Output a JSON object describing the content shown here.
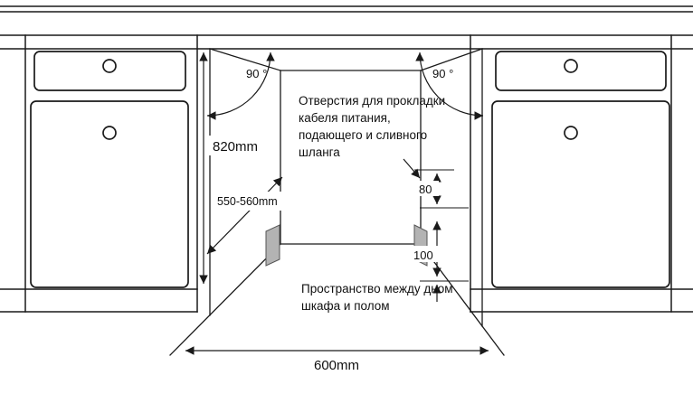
{
  "labels": {
    "angle_left": "90 °",
    "angle_right": "90 °",
    "height": "820mm",
    "depth": "550-560mm",
    "width": "600mm",
    "hole_offset": "80",
    "floor_gap": "100"
  },
  "notes": {
    "holes": {
      "line1": "Отверстия для прокладки",
      "line2": "кабеля питания,",
      "line3": "подающего и сливного",
      "line4": "шланга"
    },
    "floor": {
      "line1": "Пространство между дном",
      "line2": "шкафа и полом"
    }
  },
  "colors": {
    "line": "#1a1a1a",
    "hole_fill": "#b3b3b3"
  }
}
